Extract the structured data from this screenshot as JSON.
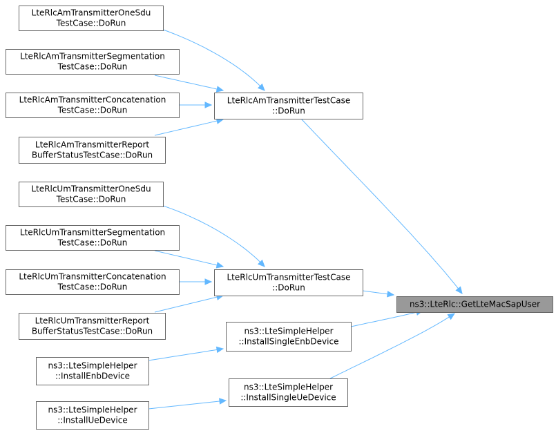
{
  "graph": {
    "nodes": {
      "am_onesdu": [
        "LteRlcAmTransmitterOneSdu",
        "TestCase::DoRun"
      ],
      "am_seg": [
        "LteRlcAmTransmitterSegmentation",
        "TestCase::DoRun"
      ],
      "am_concat": [
        "LteRlcAmTransmitterConcatenation",
        "TestCase::DoRun"
      ],
      "am_report": [
        "LteRlcAmTransmitterReport",
        "BufferStatusTestCase::DoRun"
      ],
      "am_testcase": [
        "LteRlcAmTransmitterTestCase",
        "::DoRun"
      ],
      "um_onesdu": [
        "LteRlcUmTransmitterOneSdu",
        "TestCase::DoRun"
      ],
      "um_seg": [
        "LteRlcUmTransmitterSegmentation",
        "TestCase::DoRun"
      ],
      "um_concat": [
        "LteRlcUmTransmitterConcatenation",
        "TestCase::DoRun"
      ],
      "um_report": [
        "LteRlcUmTransmitterReport",
        "BufferStatusTestCase::DoRun"
      ],
      "um_testcase": [
        "LteRlcUmTransmitterTestCase",
        "::DoRun"
      ],
      "enb_device": [
        "ns3::LteSimpleHelper",
        "::InstallEnbDevice"
      ],
      "single_enb": [
        "ns3::LteSimpleHelper",
        "::InstallSingleEnbDevice"
      ],
      "ue_device": [
        "ns3::LteSimpleHelper",
        "::InstallUeDevice"
      ],
      "single_ue": [
        "ns3::LteSimpleHelper",
        "::InstallSingleUeDevice"
      ],
      "target": [
        "ns3::LteRlc::GetLteMacSapUser"
      ]
    },
    "edges": [
      [
        "am_onesdu",
        "am_testcase"
      ],
      [
        "am_seg",
        "am_testcase"
      ],
      [
        "am_concat",
        "am_testcase"
      ],
      [
        "am_report",
        "am_testcase"
      ],
      [
        "am_testcase",
        "target"
      ],
      [
        "um_onesdu",
        "um_testcase"
      ],
      [
        "um_seg",
        "um_testcase"
      ],
      [
        "um_concat",
        "um_testcase"
      ],
      [
        "um_report",
        "um_testcase"
      ],
      [
        "um_testcase",
        "target"
      ],
      [
        "enb_device",
        "single_enb"
      ],
      [
        "single_enb",
        "target"
      ],
      [
        "ue_device",
        "single_ue"
      ],
      [
        "single_ue",
        "target"
      ]
    ],
    "colors": {
      "edge": "#63b8ff",
      "node_border": "#666666",
      "focus_fill": "#999999",
      "node_fill": "#ffffff"
    }
  }
}
